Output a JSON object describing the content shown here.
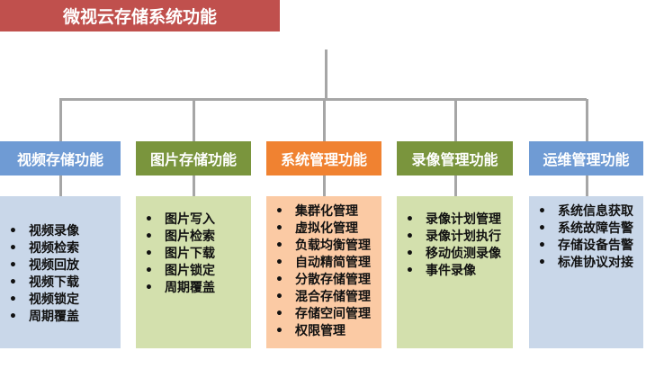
{
  "title": "微视云存储系统功能",
  "colors": {
    "title": "#c0504d",
    "blue": "#6f9bd4",
    "green": "#7a953d",
    "orange": "#f08231",
    "light_blue": "#c9d7e9",
    "light_green": "#d3e0ad",
    "light_orange": "#fbcaa4"
  },
  "categories": [
    {
      "label": "视频存储功能",
      "items": [
        "视频录像",
        "视频检索",
        "视频回放",
        "视频下载",
        "视频锁定",
        "周期覆盖"
      ]
    },
    {
      "label": "图片存储功能",
      "items": [
        "图片写入",
        "图片检索",
        "图片下载",
        "图片锁定",
        "周期覆盖"
      ]
    },
    {
      "label": "系统管理功能",
      "items": [
        "集群化管理",
        "虚拟化管理",
        "负载均衡管理",
        "自动精简管理",
        "分散存储管理",
        "混合存储管理",
        "存储空间管理",
        "权限管理"
      ]
    },
    {
      "label": "录像管理功能",
      "items": [
        "录像计划管理",
        "录像计划执行",
        "移动侦测录像",
        "事件录像"
      ]
    },
    {
      "label": "运维管理功能",
      "items": [
        "系统信息获取",
        "系统故障告警",
        "存储设备告警",
        "标准协议对接"
      ]
    }
  ]
}
